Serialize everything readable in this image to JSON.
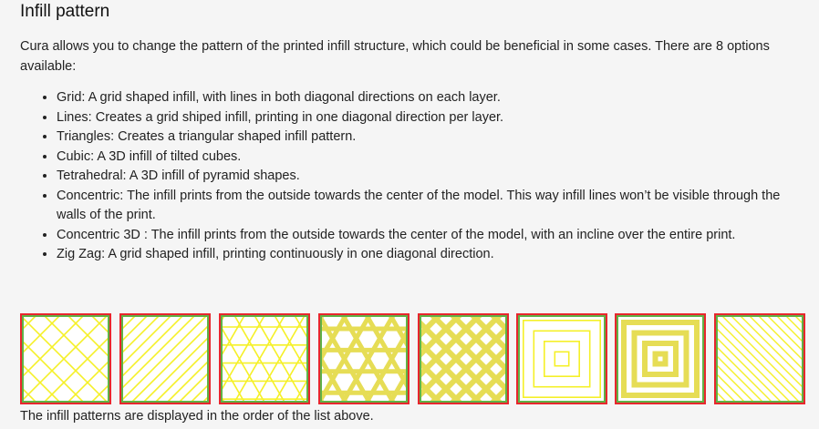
{
  "heading": "Infill pattern",
  "intro": "Cura allows you to change the pattern of the printed infill structure, which could be beneficial in some cases. There are 8 options available:",
  "patterns": [
    "Grid: A grid shaped infill, with lines in both diagonal directions on each layer.",
    "Lines: Creates a grid shiped infill, printing in one diagonal direction per layer.",
    "Triangles: Creates a triangular shaped infill pattern.",
    "Cubic: A 3D infill of tilted cubes.",
    "Tetrahedral: A 3D infill of pyramid shapes.",
    "Concentric: The infill prints from the outside towards the center of the model. This way infill lines won’t be visible through the walls of the print.",
    "Concentric 3D : The infill prints from the outside towards the center of the model, with an incline over the entire print.",
    "Zig Zag: A grid shaped infill, printing continuously in one diagonal direction."
  ],
  "caption": "The infill patterns are displayed in the order of the list above.",
  "colors": {
    "tile_border": "#e8262d",
    "tile_frame": "#5fb248",
    "tile_fill": "#ffffff",
    "infill_line": "#f5f028",
    "infill_line_dense": "#e6dd55"
  },
  "tiles": [
    {
      "pattern": "grid-icon"
    },
    {
      "pattern": "lines-icon"
    },
    {
      "pattern": "triangles-icon"
    },
    {
      "pattern": "cubic-icon"
    },
    {
      "pattern": "tetrahedral-icon"
    },
    {
      "pattern": "concentric-icon"
    },
    {
      "pattern": "concentric-3d-icon"
    },
    {
      "pattern": "zigzag-icon"
    }
  ]
}
